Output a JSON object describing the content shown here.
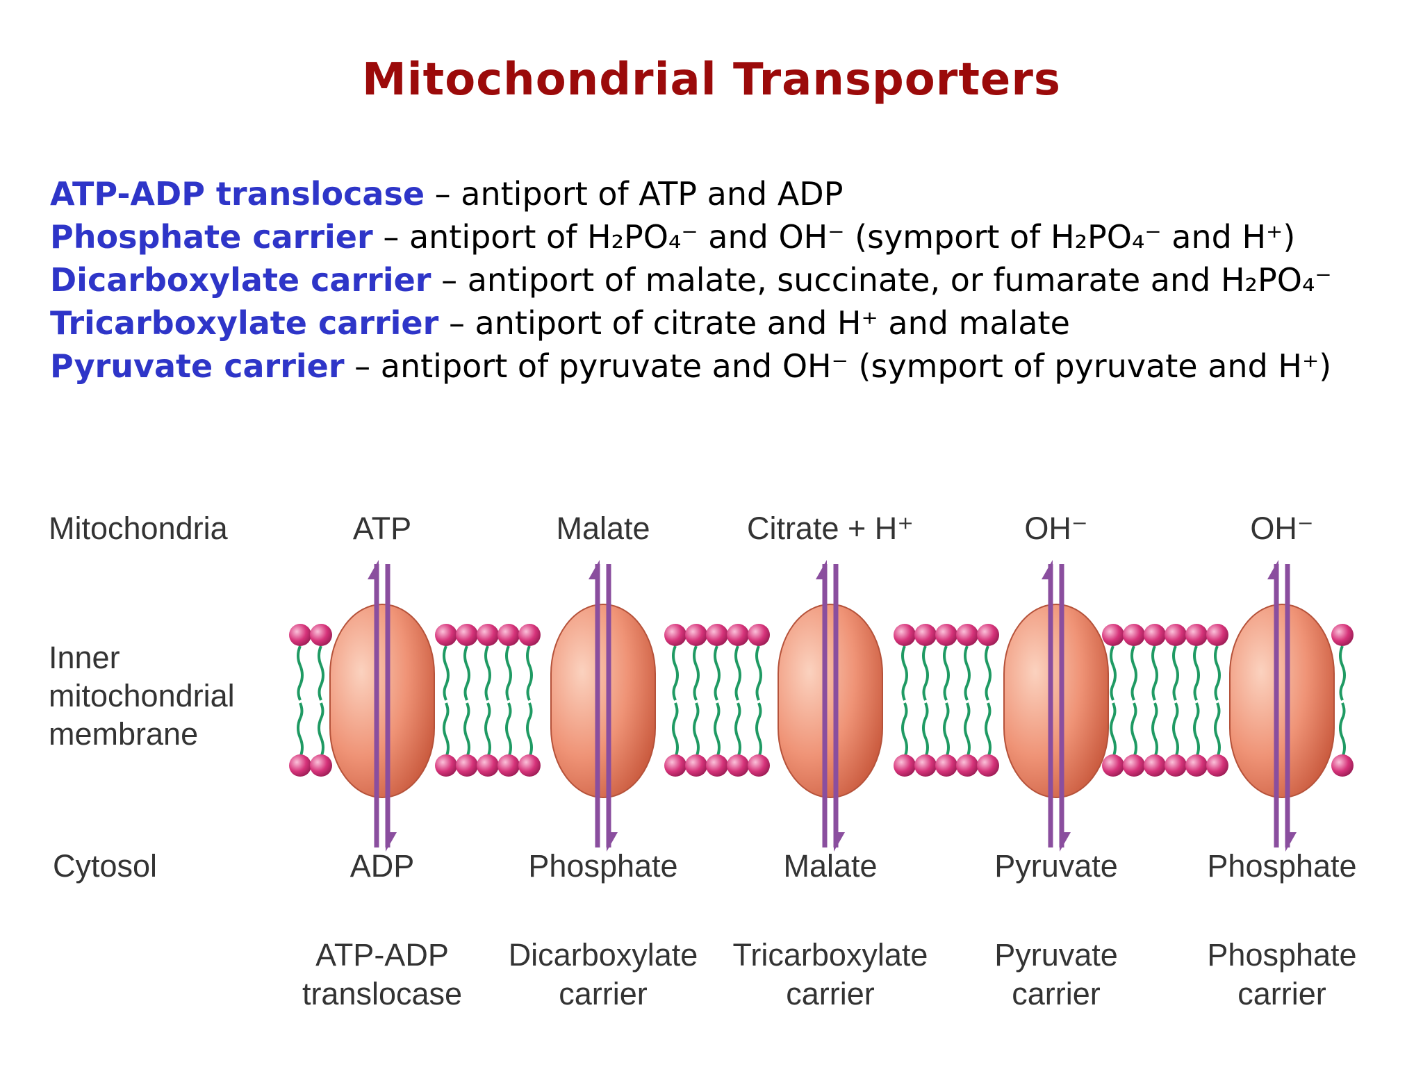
{
  "title": "Mitochondrial Transporters",
  "definitions": [
    {
      "term": "ATP-ADP translocase",
      "desc": "– antiport of ATP and ADP"
    },
    {
      "term": "Phosphate carrier",
      "desc": "– antiport of H₂PO₄⁻ and OH⁻ (symport of H₂PO₄⁻ and H⁺)"
    },
    {
      "term": "Dicarboxylate carrier",
      "desc": "– antiport of malate, succinate, or fumarate and H₂PO₄⁻"
    },
    {
      "term": "Tricarboxylate carrier",
      "desc": "– antiport of citrate and H⁺ and malate"
    },
    {
      "term": "Pyruvate carrier",
      "desc": "– antiport of pyruvate and OH⁻ (symport of pyruvate and H⁺)"
    }
  ],
  "diagram": {
    "side_labels": {
      "top": "Mitochondria",
      "membrane": [
        "Inner",
        "mitochondrial",
        "membrane"
      ],
      "bottom": "Cytosol"
    },
    "transporters": [
      {
        "top": "ATP",
        "bottom": "ADP",
        "name": [
          "ATP-ADP",
          "translocase"
        ]
      },
      {
        "top": "Malate",
        "bottom": "Phosphate",
        "name": [
          "Dicarboxylate",
          "carrier"
        ]
      },
      {
        "top": "Citrate + H⁺",
        "bottom": "Malate",
        "name": [
          "Tricarboxylate",
          "carrier"
        ]
      },
      {
        "top": "OH⁻",
        "bottom": "Pyruvate",
        "name": [
          "Pyruvate",
          "carrier"
        ]
      },
      {
        "top": "OH⁻",
        "bottom": "Phosphate",
        "name": [
          "Phosphate",
          "carrier"
        ]
      }
    ],
    "colors": {
      "protein": "#ef9376",
      "lipid_head": "#d6337a",
      "lipid_tail": "#1f9a63",
      "arrow": "#8a4e9e"
    }
  }
}
